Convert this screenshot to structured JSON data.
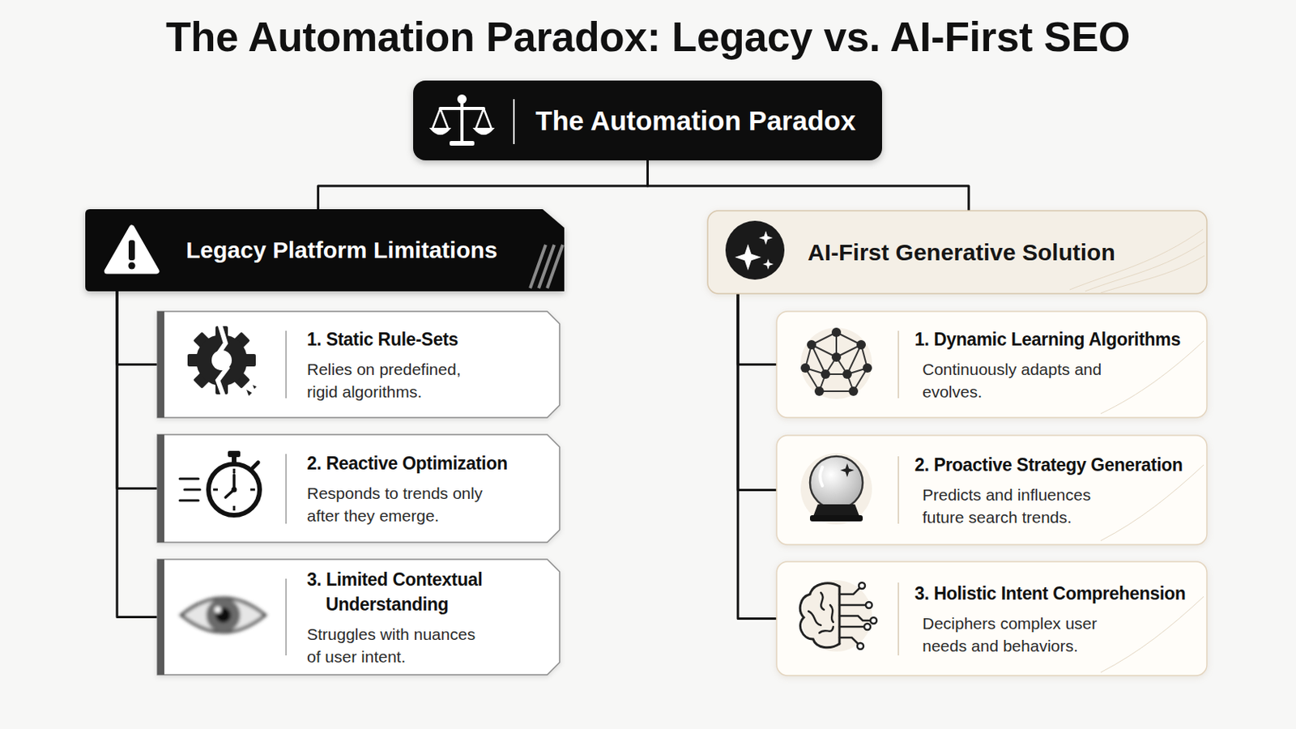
{
  "diagram": {
    "title": "The Automation Paradox: Legacy vs. AI-First SEO",
    "nodes": [
      {
        "text": [
          "The Automation Paradox"
        ]
      },
      {
        "text": [
          "Legacy Platform Limitations"
        ]
      },
      {
        "text": [
          "1. Static Rule-Sets",
          "Relies on predefined, rigid algorithms."
        ]
      },
      {
        "text": [
          "2. Reactive Optimization",
          "Responds to trends only after they emerge."
        ]
      },
      {
        "text": [
          "3. Limited Contextual Understanding",
          "Struggles with nuances of user intent."
        ]
      },
      {
        "text": [
          "AI-First Generative Solution"
        ]
      },
      {
        "text": [
          "1. Dynamic Learning Algorithms",
          "Continuously adapts and evolves."
        ]
      },
      {
        "text": [
          "2. Proactive Strategy Generation",
          "Predicts and influences future search trends."
        ]
      },
      {
        "text": [
          "3. Holistic Intent Comprehension",
          "Deciphers complex user needs and behaviors."
        ]
      }
    ],
    "edges": [
      {
        "from": 0,
        "to": 1,
        "arrow": "none"
      },
      {
        "from": 0,
        "to": 5,
        "arrow": "none"
      },
      {
        "from": 1,
        "to": 2,
        "arrow": "none"
      },
      {
        "from": 1,
        "to": 3,
        "arrow": "none"
      },
      {
        "from": 1,
        "to": 4,
        "arrow": "none"
      },
      {
        "from": 5,
        "to": 6,
        "arrow": "none"
      },
      {
        "from": 5,
        "to": 7,
        "arrow": "none"
      },
      {
        "from": 5,
        "to": 8,
        "arrow": "none"
      }
    ]
  }
}
